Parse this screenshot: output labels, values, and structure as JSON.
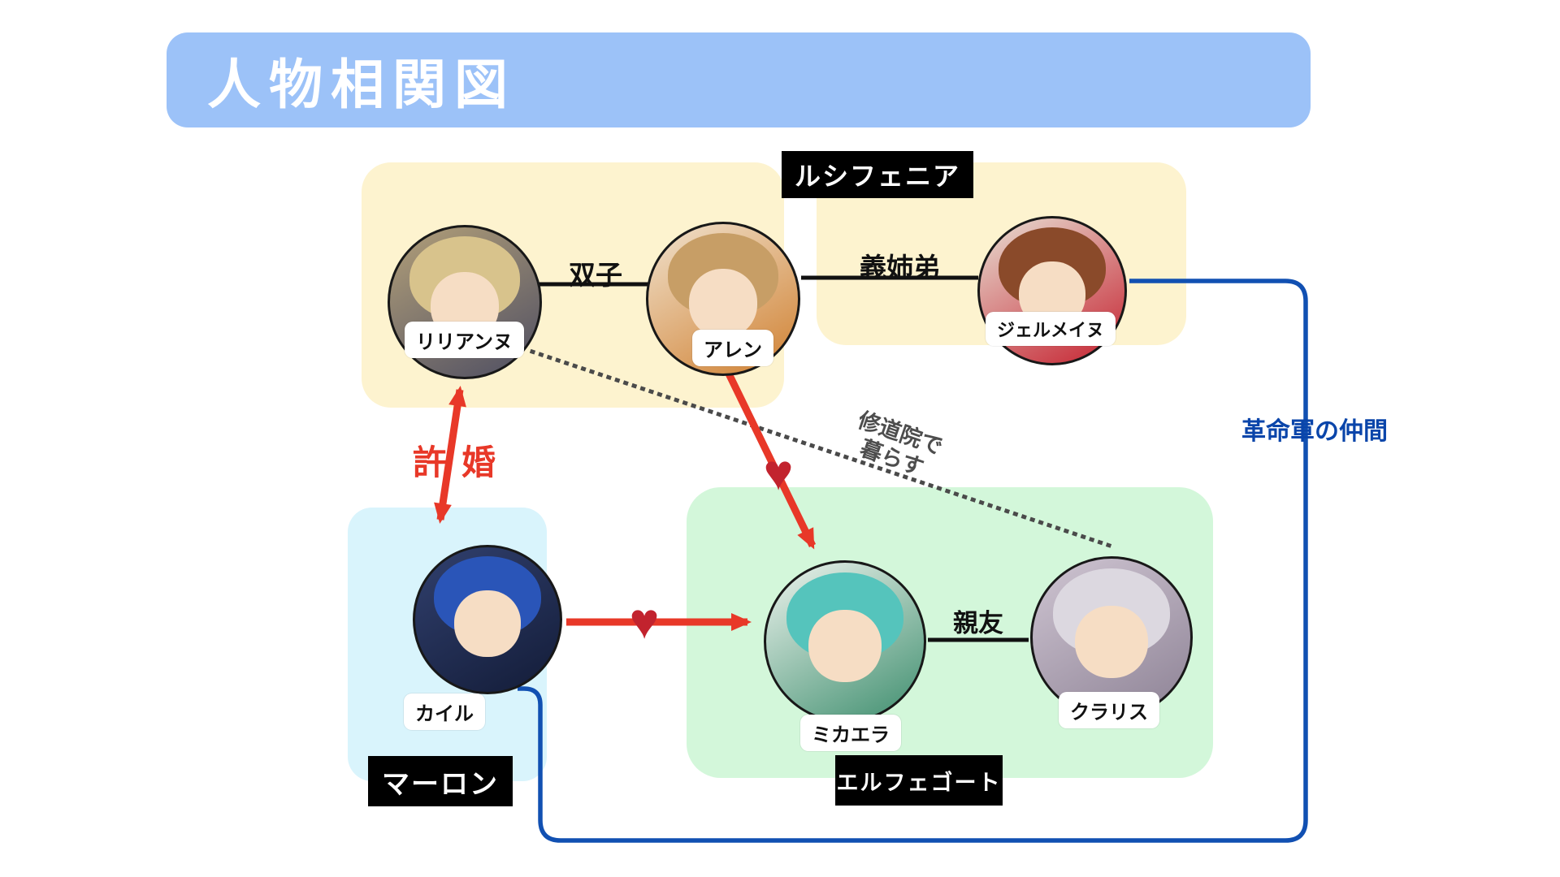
{
  "title": "人物相関図",
  "groups": {
    "lucifenia": {
      "label": "ルシフェニア"
    },
    "marlon": {
      "label": "マーロン"
    },
    "elphegort": {
      "label": "エルフェゴート"
    }
  },
  "characters": {
    "riliane": {
      "name": "リリアンヌ",
      "group": "ルシフェニア",
      "colors": [
        "#d8c38c",
        "#b3a079",
        "#4e4e62"
      ]
    },
    "allen": {
      "name": "アレン",
      "group": "ルシフェニア",
      "colors": [
        "#c79e66",
        "#f0e2ce",
        "#d08030"
      ]
    },
    "germaine": {
      "name": "ジェルメイヌ",
      "group": "ルシフェニア",
      "colors": [
        "#8a4a2a",
        "#e8e0d4",
        "#c5202e"
      ]
    },
    "kyle": {
      "name": "カイル",
      "group": "マーロン",
      "colors": [
        "#2a55b8",
        "#31406e",
        "#131c38"
      ]
    },
    "michaela": {
      "name": "ミカエラ",
      "group": "エルフェゴート",
      "colors": [
        "#55c4bc",
        "#eef4ee",
        "#3e8e6e"
      ]
    },
    "clarith": {
      "name": "クラリス",
      "group": "エルフェゴート",
      "colors": [
        "#dcd8e0",
        "#cfc5d2",
        "#8d8295"
      ]
    }
  },
  "relationships": {
    "twins": {
      "label": "双子",
      "between": [
        "リリアンヌ",
        "アレン"
      ],
      "style": "solid-line"
    },
    "step_siblings": {
      "label": "義姉弟",
      "between": [
        "アレン",
        "ジェルメイヌ"
      ],
      "style": "solid-line"
    },
    "best_friends": {
      "label": "親友",
      "between": [
        "ミカエラ",
        "クラリス"
      ],
      "style": "solid-line"
    },
    "betrothed": {
      "label": "許婚",
      "between": [
        "リリアンヌ",
        "カイル"
      ],
      "style": "double-arrow",
      "color": "#e83828"
    },
    "love_allen": {
      "glyph": "♥",
      "from": "アレン",
      "to": "ミカエラ",
      "style": "arrow-heart",
      "color": "#c2232e"
    },
    "love_kyle": {
      "glyph": "♥",
      "from": "カイル",
      "to": "ミカエラ",
      "style": "arrow-heart",
      "color": "#c2232e"
    },
    "monastery": {
      "label_line1": "修道院で",
      "label_line2": "暮らす",
      "between": [
        "リリアンヌ",
        "クラリス"
      ],
      "style": "dotted-line"
    },
    "revolution": {
      "label": "革命軍の仲間",
      "between": [
        "ジェルメイヌ",
        "カイル"
      ],
      "style": "routed-line",
      "color": "#0a45aa"
    }
  },
  "colors": {
    "title_bar_bg": "#9cc2f8",
    "title_text": "#ffffff",
    "lucifenia_bg": "#fdf3cf",
    "marlon_bg": "#d9f4fc",
    "elphegort_bg": "#d3f7da",
    "tag_bg": "#000000",
    "tag_text": "#ffffff",
    "arrow_red": "#e83828",
    "heart_red": "#c2232e",
    "line_black": "#111111",
    "dotted_gray": "#4a4a4a",
    "blue_line": "#1150b2",
    "blue_text": "#0a45aa"
  }
}
